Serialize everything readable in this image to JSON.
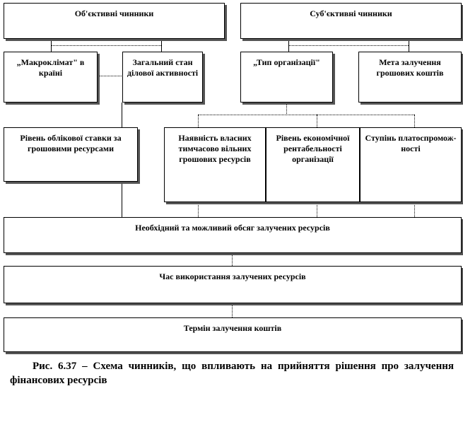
{
  "diagram": {
    "objective": "Об'єктивні чинники",
    "subjective": "Суб'єктивні чинники",
    "macroclimate": "„Макроклімат\" в країні",
    "general_state": "Загальний стан ділової активності",
    "org_type": "„Тип організації\"",
    "goal": "Мета залучення грошових коштів",
    "discount_rate": "Рівень облікової ставки за грошовими ресурсами",
    "own_funds": "Наявність власних тимчасово вільних грошових ресурсів",
    "profitability": "Рівень економічної рентабельності організації",
    "solvency": "Ступінь платоспромож-ності",
    "volume": "Необхідний та можливий обсяг залучених ресурсів",
    "time_use": "Час використання залучених ресурсів",
    "term": "Термін залучення коштів"
  },
  "caption": "Рис. 6.37 – Схема чинників, що впливають на прийняття рішення про залучення фінансових ресурсів"
}
